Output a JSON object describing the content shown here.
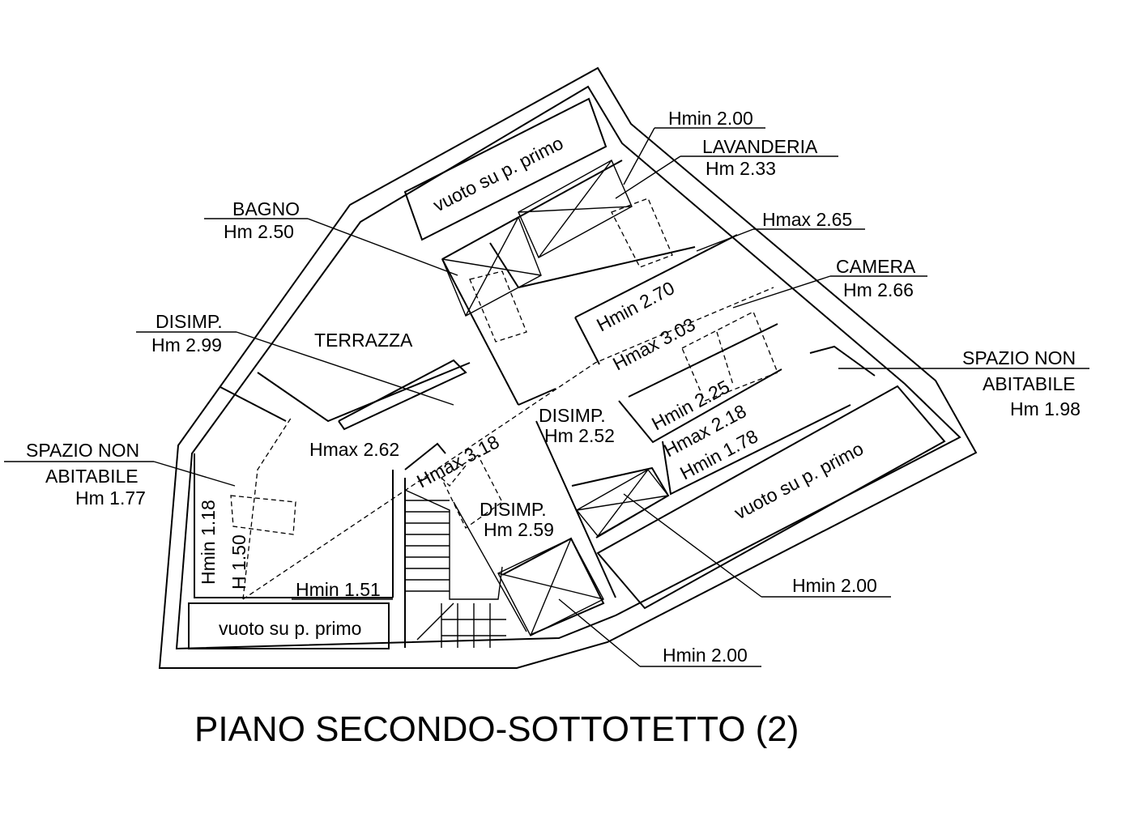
{
  "title": "PIANO SECONDO-SOTTOTETTO (2)",
  "labels": {
    "void_top": "vuoto su p. primo",
    "void_right": "vuoto su p. primo",
    "void_bottom": "vuoto su p. primo",
    "hmin_top": "Hmin 2.00",
    "lavanderia": "LAVANDERIA",
    "lavanderia_hm": "Hm 2.33",
    "bagno": "BAGNO",
    "bagno_hm": "Hm 2.50",
    "hmax_265": "Hmax 2.65",
    "camera": "CAMERA",
    "camera_hm": "Hm 2.66",
    "hmin_270": "Hmin 2.70",
    "hmax_303": "Hmax 3.03",
    "disimp_left": "DISIMP.",
    "disimp_left_hm": "Hm 2.99",
    "terrazza": "TERRAZZA",
    "spazio_right_1": "SPAZIO NON",
    "spazio_right_2": "ABITABILE",
    "spazio_right_hm": "Hm 1.98",
    "hmin_225": "Hmin 2.25",
    "hmax_218": "Hmax 2.18",
    "hmin_178": "Hmin 1.78",
    "disimp_mid": "DISIMP.",
    "disimp_mid_hm": "Hm 2.52",
    "hmax_262": "Hmax 2.62",
    "hmax_318": "Hmax 3.18",
    "spazio_left_1": "SPAZIO NON",
    "spazio_left_2": "ABITABILE",
    "spazio_left_hm": "Hm 1.77",
    "disimp_low": "DISIMP.",
    "disimp_low_hm": "Hm 2.59",
    "hmin_118": "Hmin 1.18",
    "h_150": "H 1.50",
    "hmin_151": "Hmin 1.51",
    "hmin_200_right": "Hmin 2.00",
    "hmin_200_bottom": "Hmin 2.00"
  }
}
